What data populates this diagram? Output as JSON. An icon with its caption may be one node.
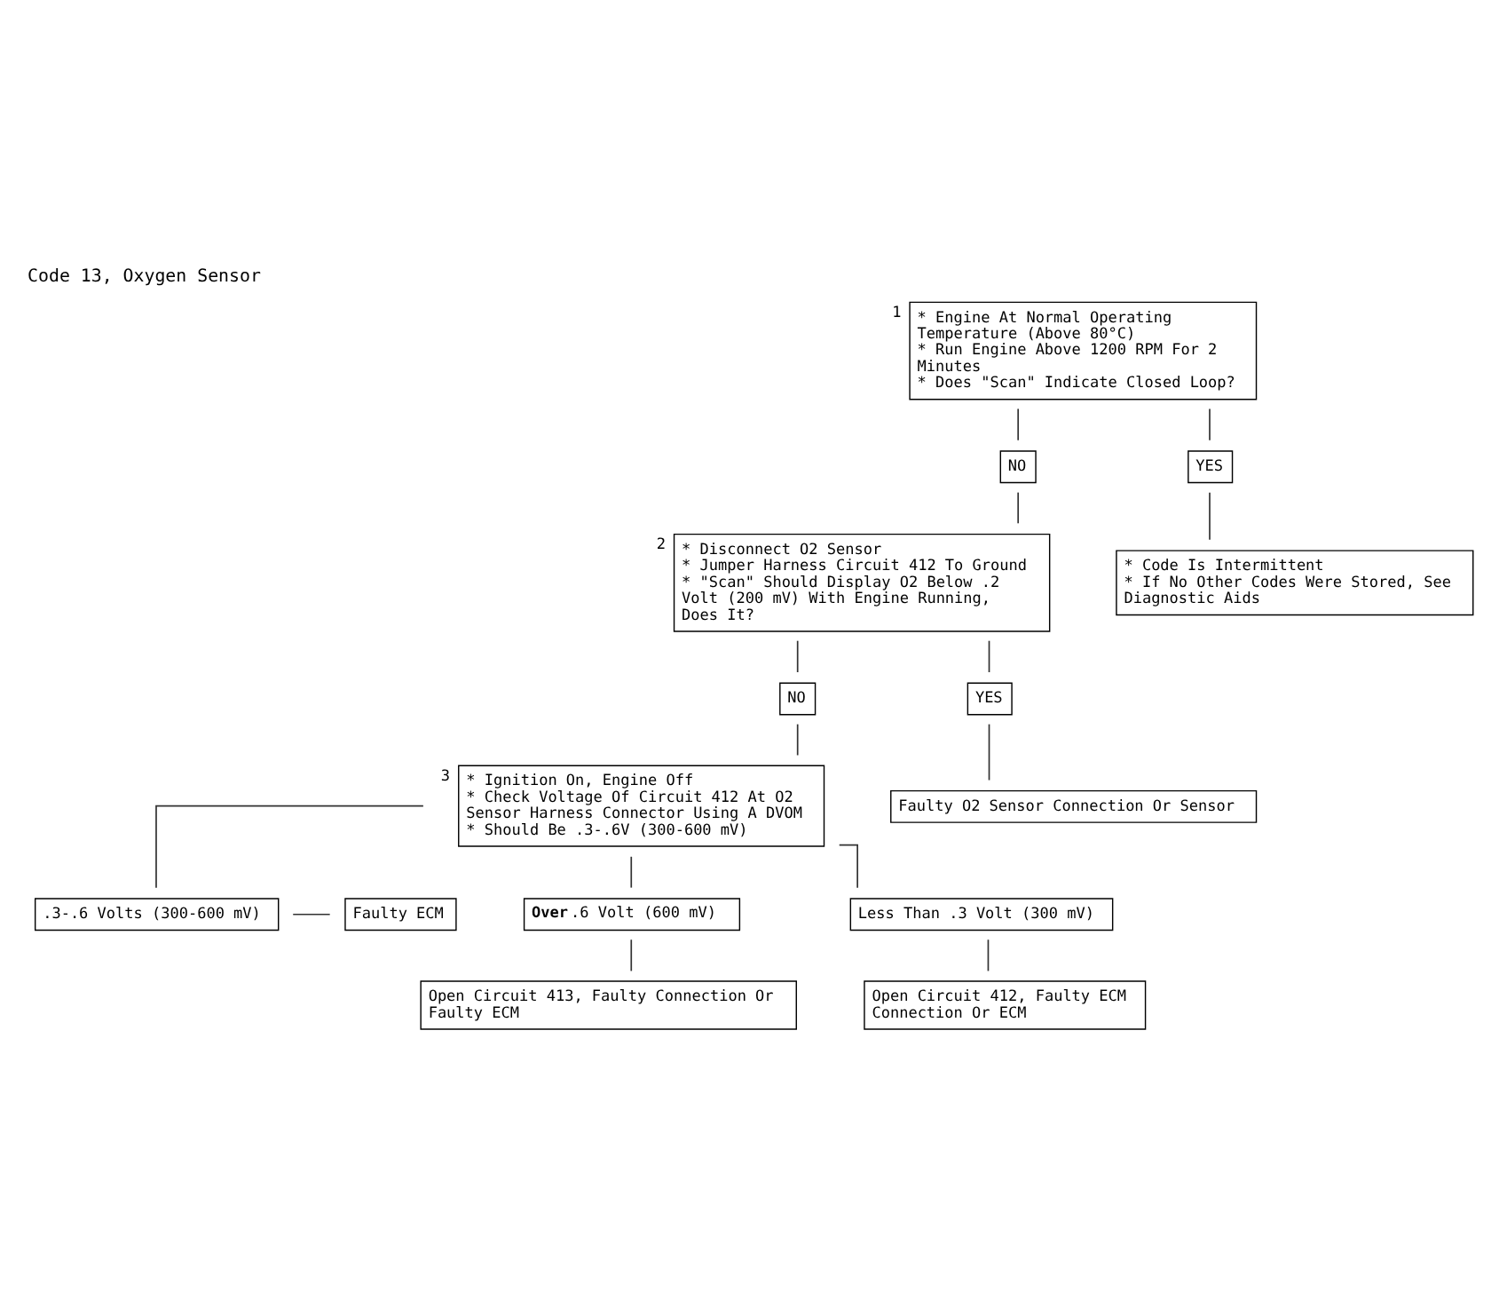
{
  "diagram": {
    "title": "Code 13, Oxygen Sensor",
    "nodes": [
      {
        "text": [
          "* Engine At Normal Operating Temperature (Above 80°C)",
          "* Run Engine Above 1200 RPM For 2 Minutes",
          "* Does \"Scan\" Indicate Closed Loop?"
        ],
        "beside": [
          "1"
        ]
      },
      {
        "text": [
          "NO"
        ]
      },
      {
        "text": [
          "YES"
        ]
      },
      {
        "text": [
          "* Disconnect O2 Sensor",
          "* Jumper Harness Circuit 412 To Ground",
          "* \"Scan\" Should Display O2 Below .2 Volt (200 mV) With Engine Running, Does It?"
        ],
        "beside": [
          "2"
        ]
      },
      {
        "text": [
          "* Code Is Intermittent",
          "* If No Other Codes Were Stored, See Diagnostic Aids"
        ]
      },
      {
        "text": [
          "NO"
        ]
      },
      {
        "text": [
          "YES"
        ]
      },
      {
        "text": [
          "* Ignition On, Engine Off",
          "* Check Voltage Of Circuit 412 At O2 Sensor Harness Connector Using A DVOM",
          "* Should Be .3-.6V (300-600 mV)"
        ],
        "beside": [
          "3"
        ]
      },
      {
        "text": [
          "Faulty O2 Sensor Connection Or Sensor"
        ]
      },
      {
        "text": [
          ".3-.6 Volts (300-600 mV)"
        ]
      },
      {
        "text": [
          "Faulty ECM"
        ]
      },
      {
        "text": [
          "**Over** .6 Volt (600 mV)"
        ]
      },
      {
        "text": [
          "Less Than .3 Volt (300 mV)"
        ]
      },
      {
        "text": [
          "Open Circuit 413, Faulty Connection Or Faulty ECM"
        ]
      },
      {
        "text": [
          "Open Circuit 412, Faulty ECM Connection Or ECM"
        ]
      }
    ],
    "edges": [
      {
        "from": 0,
        "to": 1,
        "arrow": "none"
      },
      {
        "from": 0,
        "to": 2,
        "arrow": "none"
      },
      {
        "from": 1,
        "to": 3,
        "arrow": "none"
      },
      {
        "from": 2,
        "to": 4,
        "arrow": "none"
      },
      {
        "from": 3,
        "to": 5,
        "arrow": "none"
      },
      {
        "from": 3,
        "to": 6,
        "arrow": "none"
      },
      {
        "from": 5,
        "to": 7,
        "arrow": "none"
      },
      {
        "from": 6,
        "to": 8,
        "arrow": "none"
      },
      {
        "from": 7,
        "to": 9,
        "arrow": "none"
      },
      {
        "from": 9,
        "to": 10,
        "arrow": "none"
      },
      {
        "from": 7,
        "to": 11,
        "arrow": "none"
      },
      {
        "from": 7,
        "to": 12,
        "arrow": "none"
      },
      {
        "from": 11,
        "to": 13,
        "arrow": "none"
      },
      {
        "from": 12,
        "to": 14,
        "arrow": "none"
      }
    ]
  }
}
